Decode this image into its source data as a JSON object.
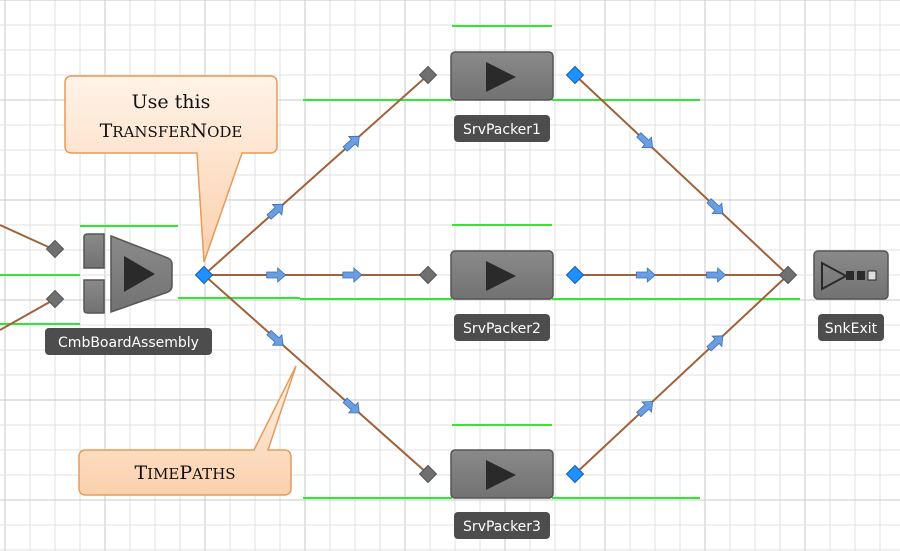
{
  "colors": {
    "grid_minor": "#d6d6d6",
    "grid_major": "#c8c8c8",
    "path": "#a0623a",
    "green_line": "#33e633",
    "arrow": "#5a8fd0",
    "output_node": "#1e90ff",
    "input_node": "#707070",
    "object_fill": "#808080",
    "label_bg": "#4d4d4d",
    "callout_fill": "#fde0c8",
    "callout_stroke": "#e69a5c"
  },
  "objects": {
    "combiner": {
      "name": "CmbBoardAssembly",
      "icon": "combiner-icon"
    },
    "server1": {
      "name": "SrvPacker1",
      "icon": "play-icon"
    },
    "server2": {
      "name": "SrvPacker2",
      "icon": "play-icon"
    },
    "server3": {
      "name": "SrvPacker3",
      "icon": "play-icon"
    },
    "sink": {
      "name": "SnkExit",
      "icon": "sink-icon"
    }
  },
  "callouts": {
    "transfer_node": {
      "line1": "Use this",
      "line2_first": "T",
      "line2_rest": "RANSFER",
      "line2_first2": "N",
      "line2_rest2": "ODE"
    },
    "time_paths": {
      "first": "T",
      "rest": "IME",
      "first2": "P",
      "rest2": "ATHS"
    }
  }
}
